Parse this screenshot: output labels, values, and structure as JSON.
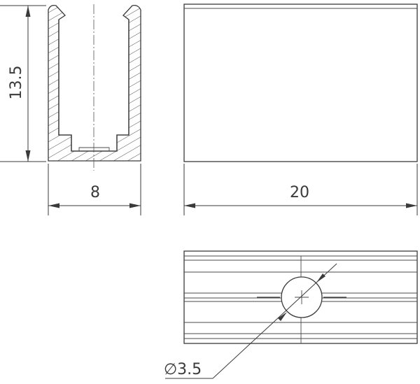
{
  "dimensions": {
    "height": "13.5",
    "width_side": "8",
    "length": "20",
    "hole": "∅3.5"
  }
}
